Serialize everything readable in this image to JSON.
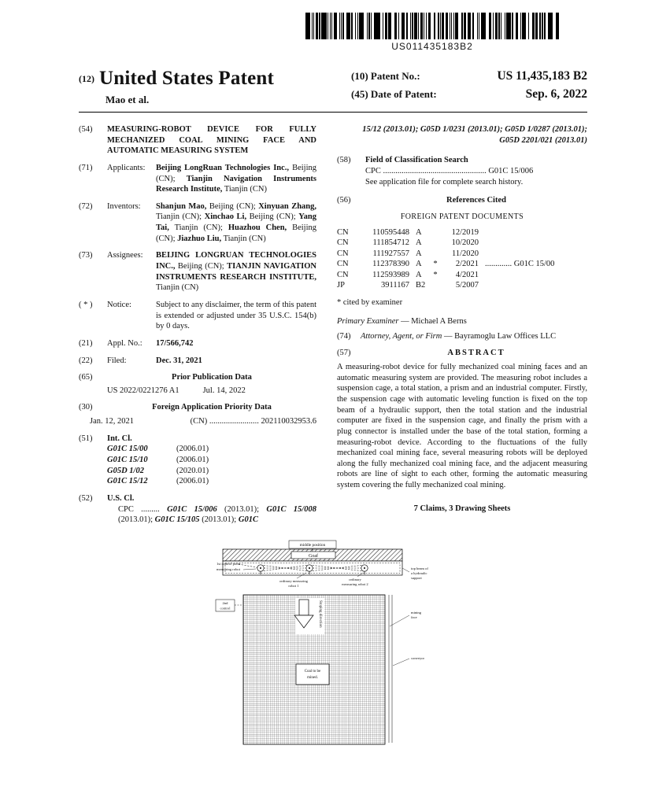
{
  "barcode": {
    "number": "US011435183B2"
  },
  "header": {
    "code12": "(12)",
    "title": "United States Patent",
    "authors": "Mao et al.",
    "patent_no_label": "(10) Patent No.:",
    "patent_no": "US 11,435,183 B2",
    "date_label": "(45) Date of Patent:",
    "date": "Sep. 6, 2022"
  },
  "left": {
    "s54": {
      "num": "(54)",
      "title": "MEASURING-ROBOT DEVICE FOR FULLY MECHANIZED COAL MINING FACE AND AUTOMATIC MEASURING SYSTEM"
    },
    "s71": {
      "num": "(71)",
      "label": "Applicants:",
      "b0": "Beijing LongRuan Technologies Inc.,",
      "n0": " Beijing (CN); ",
      "b1": "Tianjin Navigation Instruments Research Institute,",
      "n1": " Tianjin (CN)"
    },
    "s72": {
      "num": "(72)",
      "label": "Inventors:",
      "b0": "Shanjun Mao,",
      "n0": " Beijing (CN); ",
      "b1": "Xinyuan Zhang,",
      "n1": " Tianjin (CN); ",
      "b2": "Xinchao Li,",
      "n2": " Beijing (CN); ",
      "b3": "Yang Tai,",
      "n3": " Tianjin (CN); ",
      "b4": "Huazhou Chen,",
      "n4": " Beijing (CN); ",
      "b5": "Jiazhuo Liu,",
      "n5": " Tianjin (CN)"
    },
    "s73": {
      "num": "(73)",
      "label": "Assignees:",
      "b0": "BEIJING LONGRUAN TECHNOLOGIES INC.,",
      "n0": " Beijing (CN); ",
      "b1": "TIANJIN NAVIGATION INSTRUMENTS RESEARCH INSTITUTE,",
      "n1": " Tianjin (CN)"
    },
    "notice": {
      "num": "( * )",
      "label": "Notice:",
      "text": "Subject to any disclaimer, the term of this patent is extended or adjusted under 35 U.S.C. 154(b) by 0 days."
    },
    "s21": {
      "num": "(21)",
      "label": "Appl. No.:",
      "value": "17/566,742"
    },
    "s22": {
      "num": "(22)",
      "label": "Filed:",
      "value": "Dec. 31, 2021"
    },
    "s65": {
      "num": "(65)",
      "heading": "Prior Publication Data",
      "pub": "US 2022/0221276 A1",
      "date": "Jul. 14, 2022"
    },
    "s30": {
      "num": "(30)",
      "heading": "Foreign Application Priority Data",
      "date": "Jan. 12, 2021",
      "rest": "(CN) ........................ 202110032953.6"
    },
    "s51": {
      "num": "(51)",
      "label": "Int. Cl.",
      "rows": [
        [
          "G01C 15/00",
          "(2006.01)"
        ],
        [
          "G01C 15/10",
          "(2006.01)"
        ],
        [
          "G05D 1/02",
          "(2020.01)"
        ],
        [
          "G01C 15/12",
          "(2006.01)"
        ]
      ]
    },
    "s52": {
      "num": "(52)",
      "label": "U.S. Cl.",
      "prefix": "CPC ......... ",
      "c0": "G01C 15/006",
      "d0": " (2013.01); ",
      "c1": "G01C 15/008",
      "d1": " (2013.01); ",
      "c2": "G01C 15/105",
      "d2": " (2013.01); ",
      "c3": "G01C"
    }
  },
  "right": {
    "cont": "15/12 (2013.01); G05D 1/0231 (2013.01); G05D 1/0287 (2013.01); G05D 2201/021 (2013.01)",
    "s58": {
      "num": "(58)",
      "heading": "Field of Classification Search",
      "cpc": "CPC .................................................. G01C 15/006",
      "see": "See application file for complete search history."
    },
    "s56": {
      "num": "(56)",
      "heading": "References Cited",
      "sub": "FOREIGN PATENT DOCUMENTS",
      "rows": [
        [
          "CN",
          "110595448",
          "A",
          "",
          "12/2019",
          ""
        ],
        [
          "CN",
          "111854712",
          "A",
          "",
          "10/2020",
          ""
        ],
        [
          "CN",
          "111927557",
          "A",
          "",
          "11/2020",
          ""
        ],
        [
          "CN",
          "112378390",
          "A",
          "*",
          "2/2021",
          "............. G01C 15/00"
        ],
        [
          "CN",
          "112593989",
          "A",
          "*",
          "4/2021",
          ""
        ],
        [
          "JP",
          "3911167",
          "B2",
          "",
          "5/2007",
          ""
        ]
      ]
    },
    "cited": "* cited by examiner",
    "examiner": {
      "label": "Primary Examiner",
      "rest": " — Michael A Berns"
    },
    "attorney": {
      "num": "(74)",
      "label": "Attorney, Agent, or Firm",
      "rest": " — Bayramoglu Law Offices LLC"
    },
    "s57": {
      "num": "(57)",
      "heading": "ABSTRACT",
      "text": "A measuring-robot device for fully mechanized coal mining faces and an automatic measuring system are provided. The measuring robot includes a suspension cage, a total station, a prism and an industrial computer. Firstly, the suspension cage with automatic leveling function is fixed on the top beam of a hydraulic support, then the total station and the industrial computer are fixed in the suspension cage, and finally the prism with a plug connector is installed under the base of the total station, forming a measuring-robot device. According to the fluctuations of the fully mechanized coal mining face, several measuring robots will be deployed along the fully mechanized coal mining face, and the adjacent measuring robots are line of sight to each other, forming the automatic measuring system covering the fully mechanized coal mining."
    },
    "claims": "7 Claims, 3 Drawing Sheets"
  },
  "figure": {
    "middle_position": "middle position",
    "goaf": "Goaf",
    "control1": "1st control point",
    "measuring_robot": "measuring robot",
    "ordinary1_l1": "ordinary measuring",
    "ordinary1_l2": "robot 1",
    "ordinary2_l1": "ordinary",
    "ordinary2_l2": "measuring robot 2",
    "control2_l1": "2nd",
    "control2_l2": "control",
    "stoping": "Stoping direction",
    "coal_l1": "Coal to be",
    "coal_l2": "mined.",
    "top_beam_l1": "top beam of",
    "top_beam_l2": "a hydraulic",
    "top_beam_l3": "support",
    "mining_face_l1": "mining",
    "mining_face_l2": "face",
    "conveyor": "conveyor"
  }
}
